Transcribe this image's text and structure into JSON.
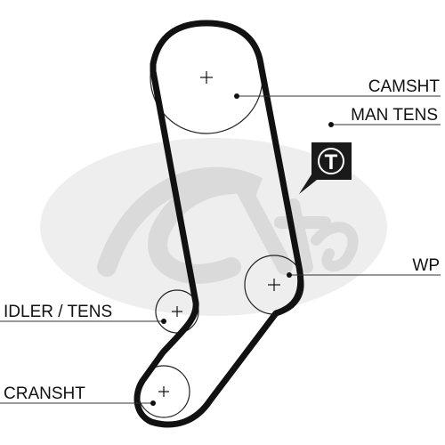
{
  "labels": {
    "camshaft": "CAMSHT",
    "manual_tensioner": "MAN TENS",
    "water_pump": "WP",
    "idler_tensioner": "IDLER / TENS",
    "crankshaft": "CRANSHT"
  },
  "badge": {
    "letter": "T"
  },
  "icons": {
    "center_mark": "plus",
    "badge_icon": "tensioner-badge-icon"
  },
  "colors": {
    "belt": "#111111",
    "pulley": "#222222",
    "watermark": "#e4e4e4",
    "badge_bg": "#1a1a1a"
  }
}
